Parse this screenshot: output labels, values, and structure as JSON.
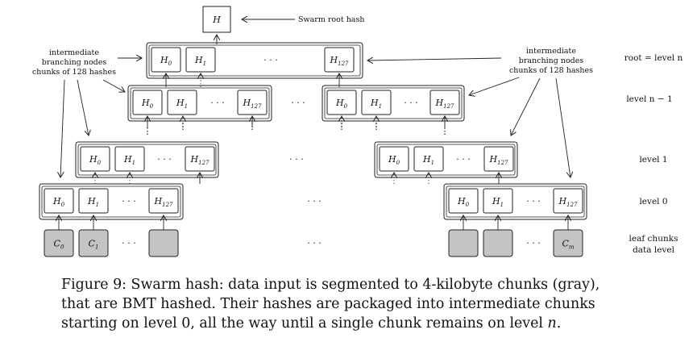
{
  "diagram": {
    "root_box": "H",
    "root_annotation": "Swarm root hash",
    "node_labels": [
      "H",
      "0",
      "H",
      "1",
      "H",
      "127"
    ],
    "leaf_labels": [
      "C",
      "0",
      "C",
      "1",
      "C",
      "m"
    ],
    "ellipsis": "· · ·",
    "vertical_ellipsis": "⋮",
    "left_annotation": [
      "intermediate",
      "branching nodes",
      "chunks of 128 hashes"
    ],
    "right_annotation": [
      "intermediate",
      "branching nodes",
      "chunks of 128 hashes"
    ],
    "levels": {
      "root": "root = level n",
      "level_n_minus_1": "level n − 1",
      "level_1": "level 1",
      "level_0": "level 0",
      "leaf": [
        "leaf chunks",
        "data level"
      ]
    },
    "leaf_color": "#c4c4c4"
  },
  "caption": {
    "line1": "Figure 9: Swarm hash: data input is segmented to 4-kilobyte chunks (gray),",
    "line2": "that are BMT hashed. Their hashes are packaged into intermediate chunks",
    "line3_pre": "starting on level 0, all the way until a single chunk remains on level ",
    "line3_var": "n",
    "line3_post": "."
  }
}
